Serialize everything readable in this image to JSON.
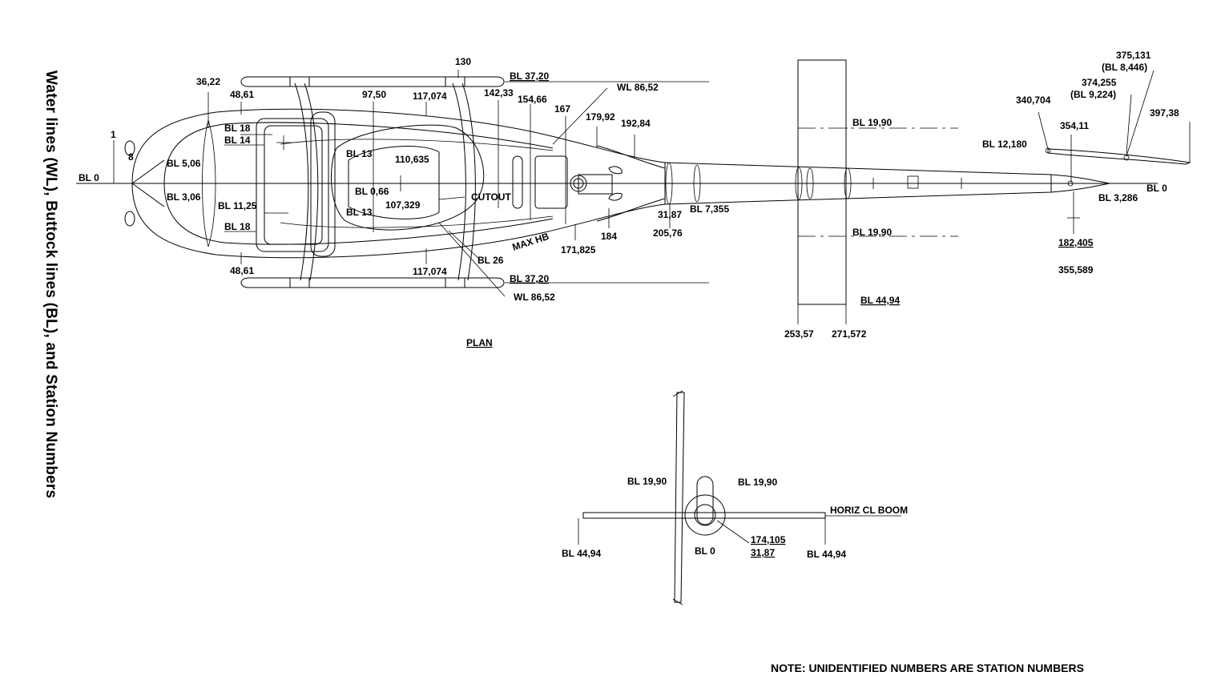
{
  "side_title": "Water lines (WL), Buttock lines (BL), and Station Numbers",
  "note": "NOTE: UNIDENTIFIED NUMBERS ARE STATION NUMBERS",
  "plan_title": "PLAN",
  "labels": [
    "130",
    "BL 37,20",
    "36,22",
    "48,61",
    "97,50",
    "117,074",
    "142,33",
    "154,66",
    "167",
    "WL 86,52",
    "179,92",
    "192,84",
    "BL 18",
    "BL 14",
    "1",
    "8",
    "BL 0",
    "BL 5,06",
    "BL 13",
    "110,635",
    "BL 0,66",
    "107,329",
    "CUTOUT",
    "BL 3,06",
    "BL 11,25",
    "BL 13",
    "BL 18",
    "MAX HB",
    "171,825",
    "184",
    "31,87",
    "205,76",
    "BL 7,355",
    "48,61",
    "117,074",
    "BL 26",
    "BL 37,20",
    "WL 86,52",
    "BL 19,90",
    "BL 19,90",
    "BL 44,94",
    "253,57",
    "271,572",
    "375,131",
    "(BL 8,446)",
    "374,255",
    "(BL 9,224)",
    "340,704",
    "397,38",
    "354,11",
    "BL 12,180",
    "BL 0",
    "BL 3,286",
    "182,405",
    "355,589",
    "BL 19,90",
    "BL 19,90",
    "HORIZ CL BOOM",
    "BL 44,94",
    "174,105",
    "31,87",
    "BL 0",
    "BL 44,94"
  ]
}
